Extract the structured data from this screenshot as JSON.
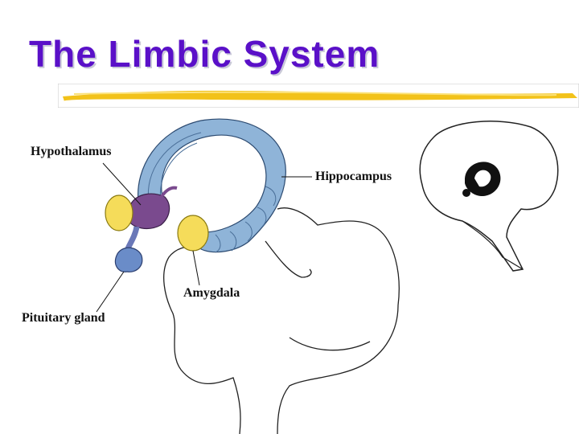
{
  "slide": {
    "title": "The Limbic System"
  },
  "labels": {
    "hypothalamus": "Hypothalamus",
    "hippocampus": "Hippocampus",
    "amygdala": "Amygdala",
    "pituitary": "Pituitary gland"
  },
  "colors": {
    "title": "#5a10c8",
    "underline": "#f2c21a",
    "hippocampus": "#8fb4d8",
    "hypothalamus": "#7a4a8e",
    "amygdala": "#f5dc5a",
    "outline": "#222222"
  }
}
